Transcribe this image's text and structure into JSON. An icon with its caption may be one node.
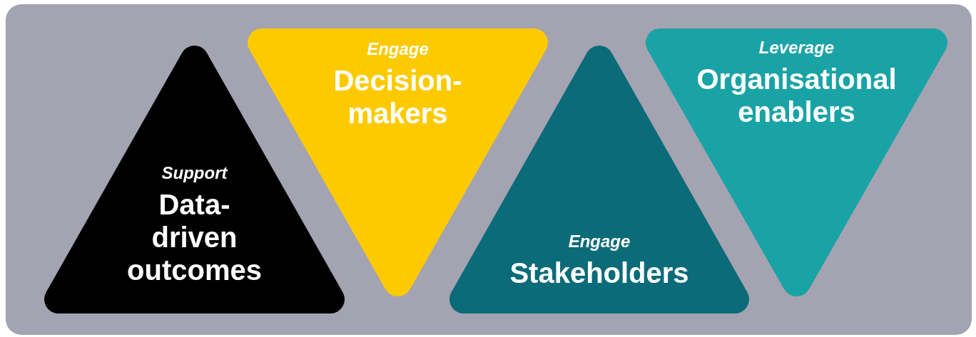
{
  "diagram": {
    "nodes": [
      {
        "text": [
          "Support",
          "Data- driven outcomes"
        ]
      },
      {
        "text": [
          "Engage",
          "Decision- makers"
        ]
      },
      {
        "text": [
          "Engage",
          "Stakeholders"
        ]
      },
      {
        "text": [
          "Leverage",
          "Organisational enablers"
        ]
      }
    ]
  }
}
